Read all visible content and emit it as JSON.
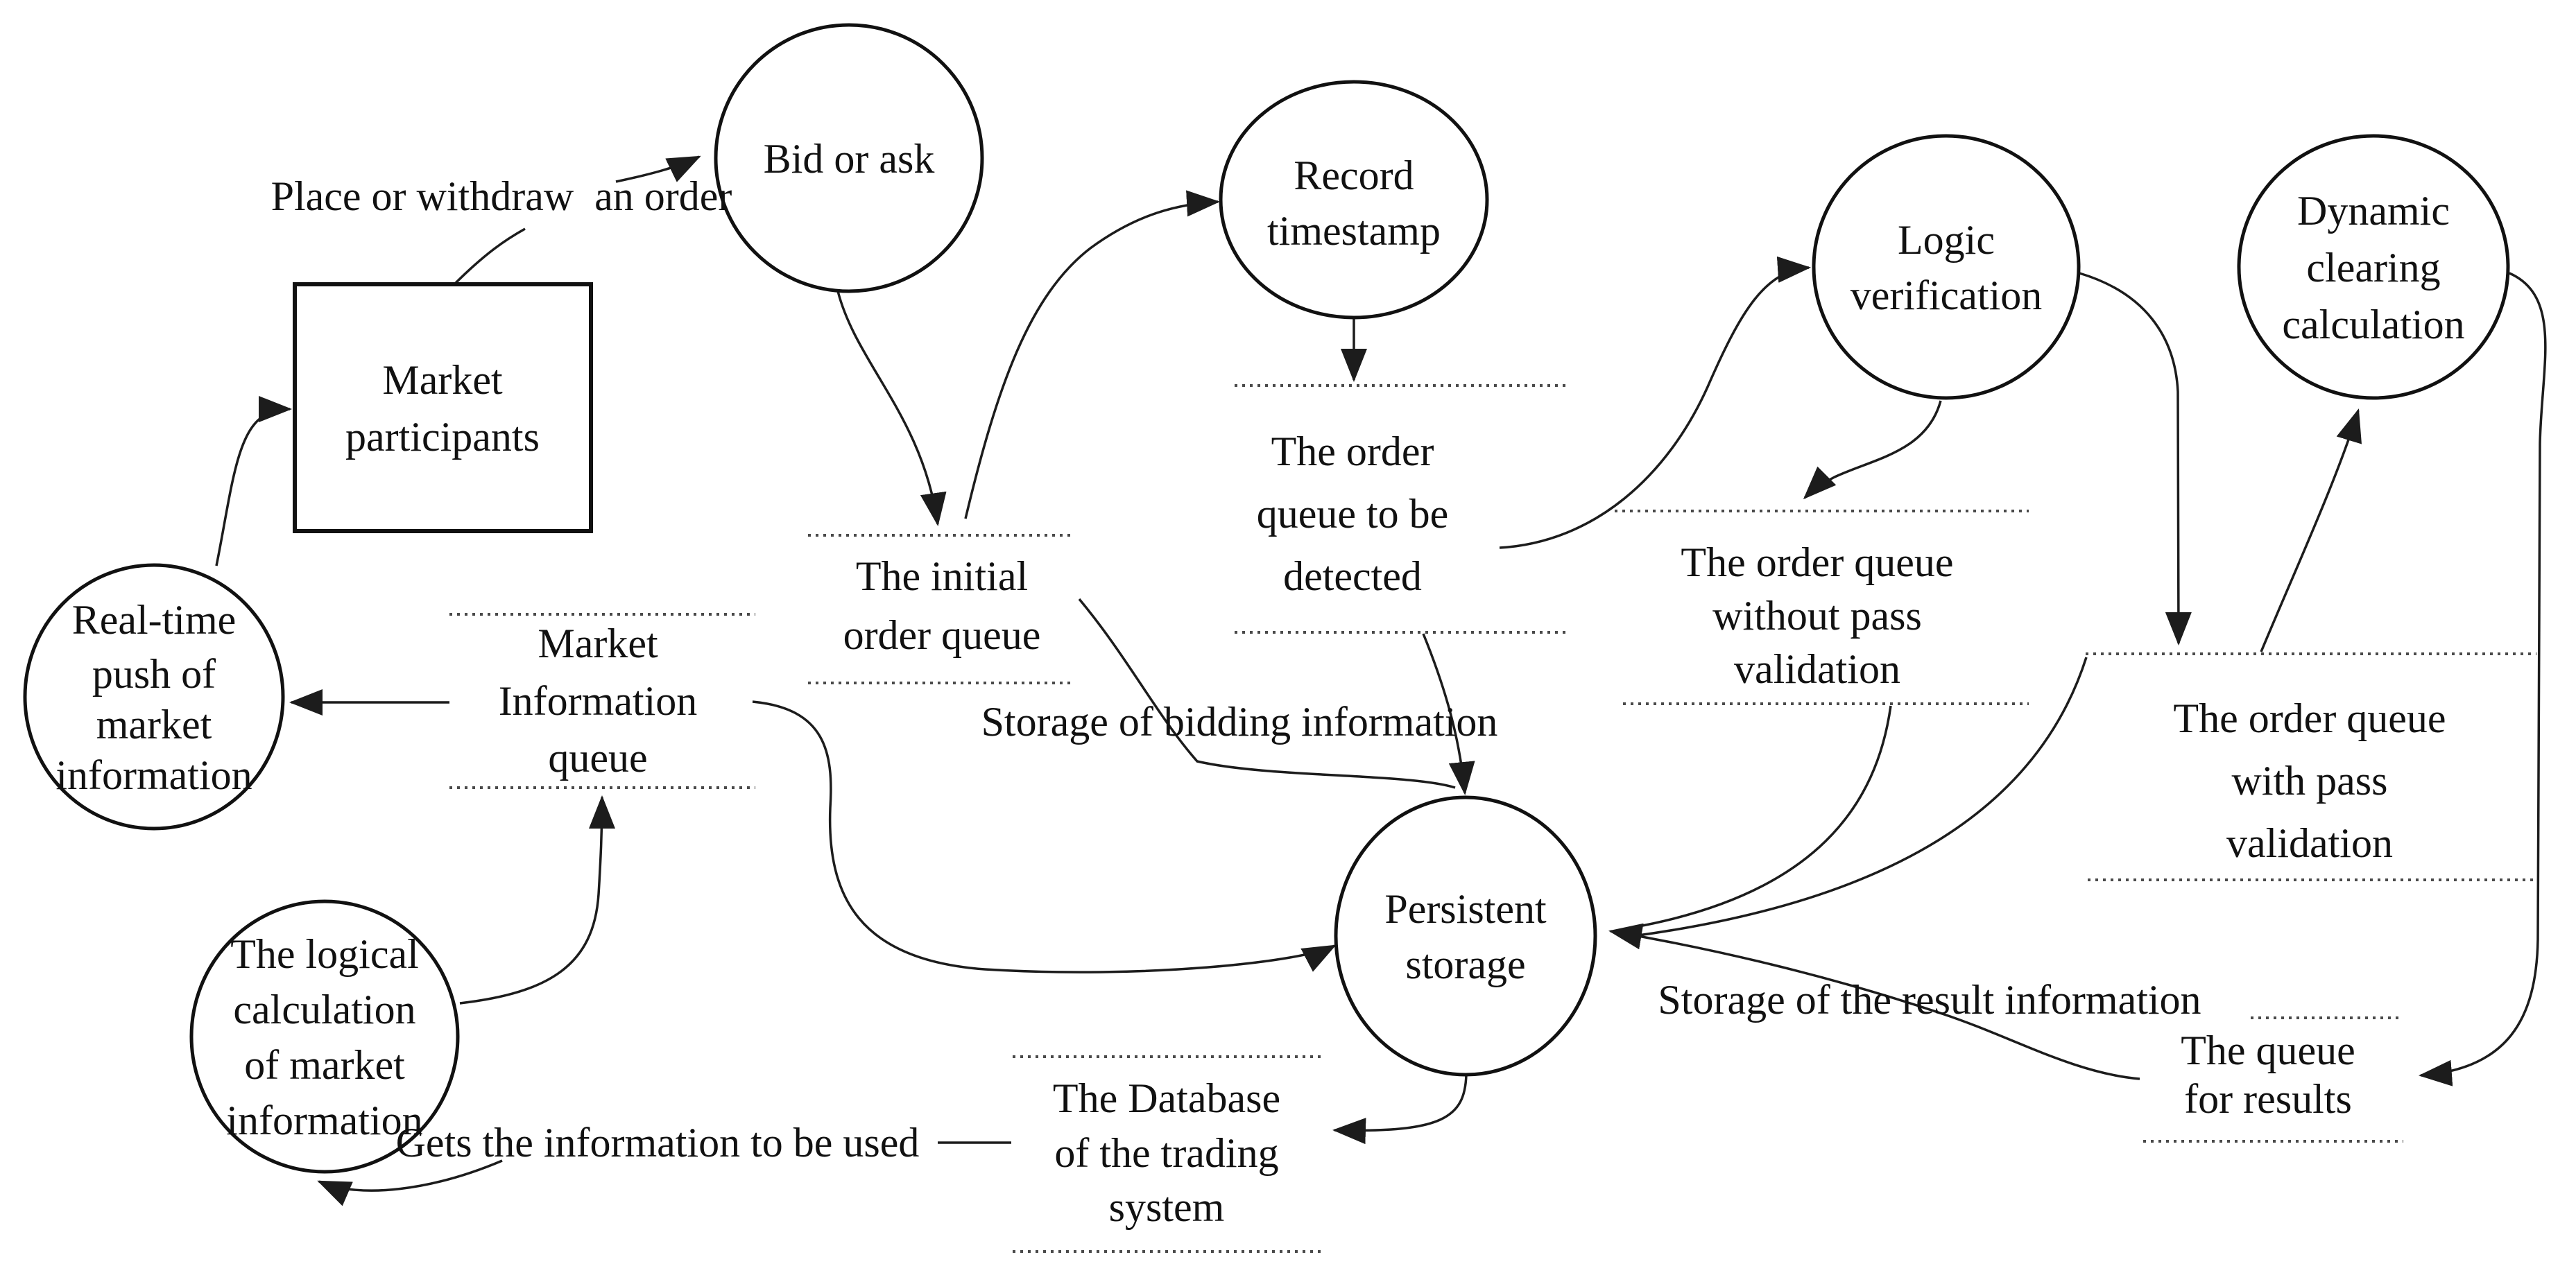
{
  "processes": {
    "bid_or_ask": {
      "lines": [
        "Bid or ask"
      ]
    },
    "record_timestamp": {
      "lines": [
        "Record",
        "timestamp"
      ]
    },
    "logic_verification": {
      "lines": [
        "Logic",
        "verification"
      ]
    },
    "dynamic_clearing_calculation": {
      "lines": [
        "Dynamic",
        "clearing",
        "calculation"
      ]
    },
    "real_time_push": {
      "lines": [
        "Real-time",
        "push of",
        "market",
        "information"
      ]
    },
    "logical_calculation": {
      "lines": [
        "The logical",
        "calculation",
        "of market",
        "information"
      ]
    },
    "persistent_storage": {
      "lines": [
        "Persistent",
        "storage"
      ]
    }
  },
  "external_entities": {
    "market_participants": {
      "lines": [
        "Market",
        "participants"
      ]
    }
  },
  "data_stores": {
    "initial_order_queue": {
      "lines": [
        "The initial",
        "order queue"
      ]
    },
    "order_queue_to_be_detected": {
      "lines": [
        "The order",
        "queue to be",
        "detected"
      ]
    },
    "order_queue_without_pass_validation": {
      "lines": [
        "The order queue",
        "without pass",
        "validation"
      ]
    },
    "order_queue_with_pass_validation": {
      "lines": [
        "The order queue",
        "with pass",
        "validation"
      ]
    },
    "market_information_queue": {
      "lines": [
        "Market",
        "Information",
        "queue"
      ]
    },
    "database_of_trading_system": {
      "lines": [
        "The Database",
        "of the trading",
        "system"
      ]
    },
    "queue_for_results": {
      "lines": [
        "The queue",
        "for results"
      ]
    }
  },
  "flow_labels": {
    "place_or_withdraw_an_order": "Place or withdraw  an order",
    "storage_of_bidding_information": "Storage of bidding information",
    "storage_of_the_result_information": "Storage of the result information",
    "gets_the_information_to_be_used": "Gets the information to be used"
  },
  "colors": {
    "background": "#ffffff",
    "shape_stroke": "#111111",
    "text": "#111111",
    "flow_line": "#1c1c1c",
    "store_dotted": "#4a4a4a"
  }
}
